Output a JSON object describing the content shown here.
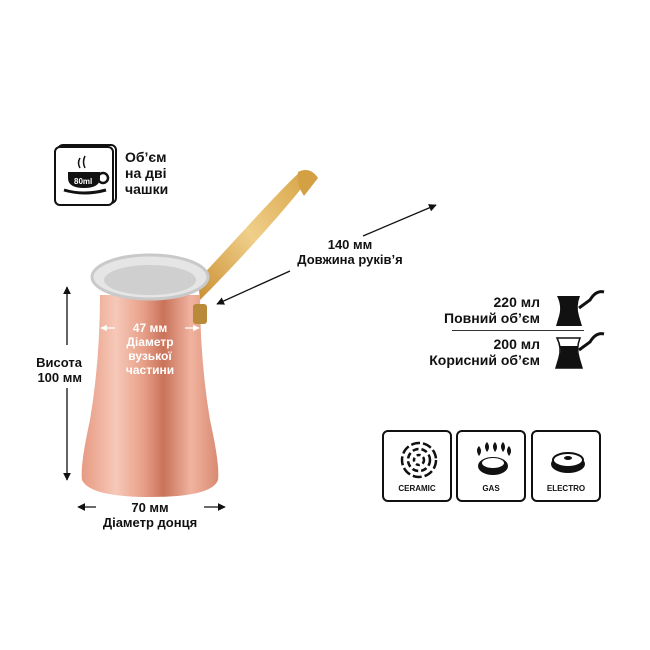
{
  "capacity_badge": {
    "cup_label": "80ml",
    "lines": [
      "Об’єм",
      "на дві",
      "чашки"
    ]
  },
  "dimensions": {
    "handle": {
      "value": "140 мм",
      "label": "Довжина руків’я"
    },
    "neck": {
      "value": "47 мм",
      "label_lines": [
        "Діаметр",
        "вузької",
        "частини"
      ]
    },
    "height": {
      "label": "Висота",
      "value": "100 мм"
    },
    "bottom": {
      "value": "70 мм",
      "label": "Діаметр донця"
    }
  },
  "volumes": [
    {
      "value": "220 мл",
      "label": "Повний об’єм"
    },
    {
      "value": "200 мл",
      "label": "Корисний об’єм"
    }
  ],
  "compatibility": [
    {
      "icon": "ceramic-hob-icon",
      "label": "CERAMIC"
    },
    {
      "icon": "gas-burner-icon",
      "label": "GAS"
    },
    {
      "icon": "electric-hob-icon",
      "label": "ELECTRO"
    }
  ],
  "colors": {
    "copper": "#e8a08a",
    "brass": "#d9a648",
    "ink": "#111111"
  }
}
